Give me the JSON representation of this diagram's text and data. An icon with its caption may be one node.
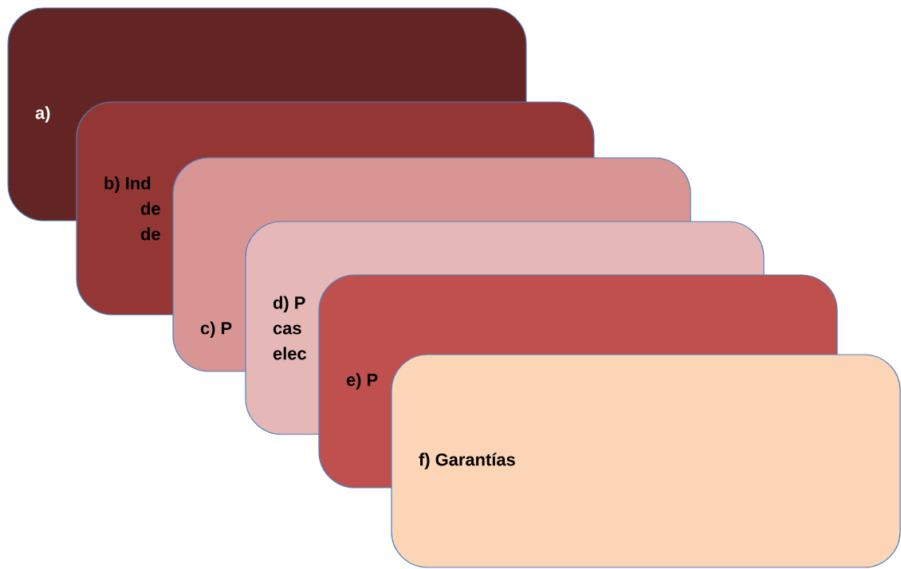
{
  "diagram": {
    "nodes": [
      {
        "text": [
          "a)"
        ]
      },
      {
        "text": [
          "b) Ind de de"
        ]
      },
      {
        "text": [
          "c) P"
        ]
      },
      {
        "text": [
          "d) P cas elec"
        ]
      },
      {
        "text": [
          "e) P"
        ]
      },
      {
        "text": [
          "f) Garantías"
        ]
      }
    ]
  }
}
